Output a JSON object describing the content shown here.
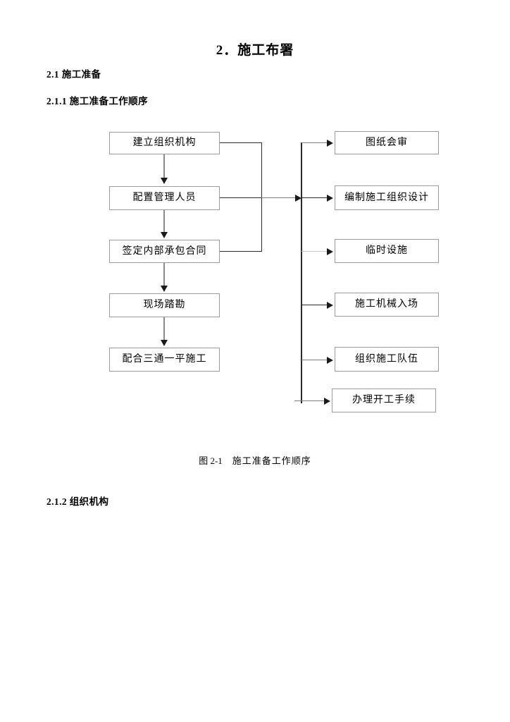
{
  "document": {
    "title": "2．施工布署",
    "sections": [
      {
        "id": "2.1",
        "label": "2.1 施工准备"
      },
      {
        "id": "2.1.1",
        "label": "2.1.1 施工准备工作顺序"
      },
      {
        "id": "2.1.2",
        "label": "2.1.2 组织机构"
      }
    ]
  },
  "figure": {
    "caption_number": "图 2-1",
    "caption_text": "施工准备工作顺序",
    "left_column": [
      {
        "id": "l1",
        "label": "建立组织机构"
      },
      {
        "id": "l2",
        "label": "配置管理人员"
      },
      {
        "id": "l3",
        "label": "签定内部承包合同"
      },
      {
        "id": "l4",
        "label": "现场踏勘"
      },
      {
        "id": "l5",
        "label": "配合三通一平施工"
      }
    ],
    "right_column": [
      {
        "id": "r1",
        "label": "图纸会审"
      },
      {
        "id": "r2",
        "label": "编制施工组织设计"
      },
      {
        "id": "r3",
        "label": "临时设施"
      },
      {
        "id": "r4",
        "label": "施工机械入场"
      },
      {
        "id": "r5",
        "label": "组织施工队伍"
      },
      {
        "id": "r6",
        "label": "办理开工手续"
      }
    ],
    "colors": {
      "box_border": "#9a9a9a",
      "connector": "#2a2a2a",
      "text": "#000000",
      "background": "#ffffff"
    }
  }
}
